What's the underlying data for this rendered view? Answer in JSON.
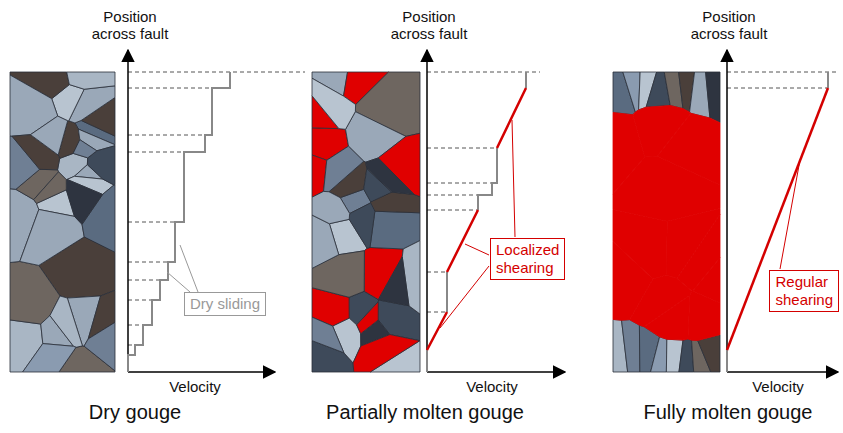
{
  "diagram": {
    "nodes": [
      {
        "text": [
          "Dry sliding"
        ]
      },
      {
        "text": [
          "Localized shearing"
        ]
      },
      {
        "text": [
          "Regular shearing"
        ]
      }
    ],
    "labels": [
      "Position across fault",
      "Velocity",
      "Position across fault",
      "Velocity",
      "Position across fault",
      "Velocity",
      "Dry gouge",
      "Partially molten gouge",
      "Fully molten gouge"
    ]
  }
}
